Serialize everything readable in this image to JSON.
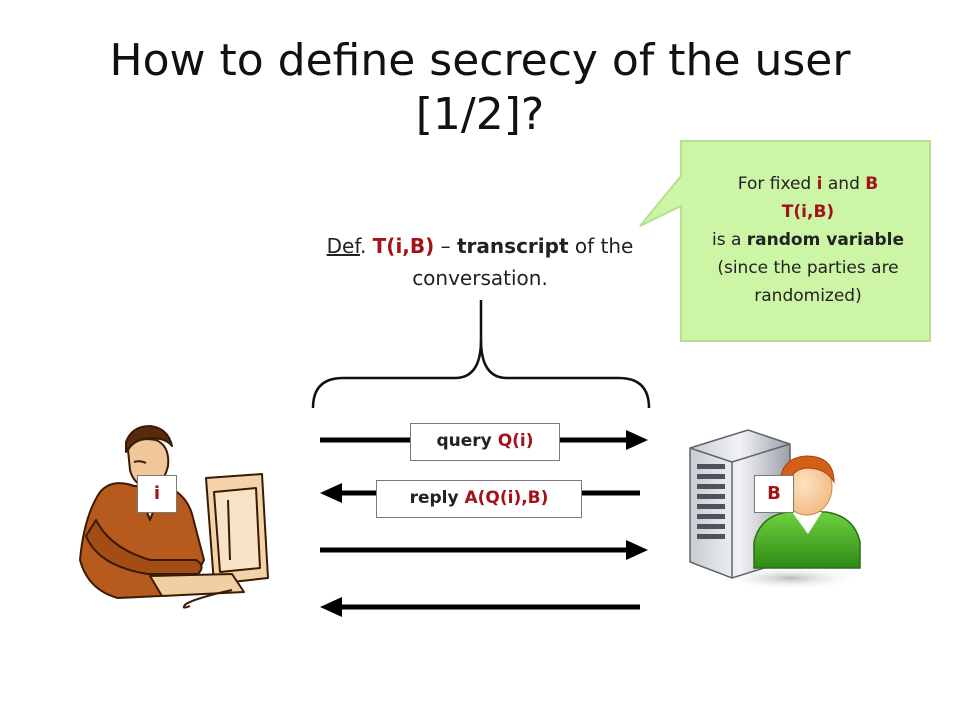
{
  "slide": {
    "title": "How to define secrecy of the user [1/2]?"
  },
  "definition": {
    "def_word": "Def",
    "dot": ".",
    "term": "T(i,B)",
    "dash": "–",
    "transcript_word": "transcript",
    "rest": "of the conversation."
  },
  "callout": {
    "line1_prefix": "For fixed",
    "line1_i": "i",
    "line1_and": "and",
    "line1_b": "B",
    "line2": "T(i,B)",
    "line3_prefix": "is a",
    "line3_bold": "random variable",
    "line4": "(since the parties are randomized)"
  },
  "messages": {
    "query_word": "query",
    "query_term": "Q(i)",
    "reply_word": "reply",
    "reply_term": "A(Q(i),B)"
  },
  "parties": {
    "user_label": "i",
    "server_label": "B",
    "user_icon": "user-at-computer-icon",
    "server_icon": "server-with-person-icon"
  },
  "colors": {
    "accent_red": "#a3121a",
    "callout_fill": "#ccf5a6",
    "callout_stroke": "#b6df94"
  }
}
